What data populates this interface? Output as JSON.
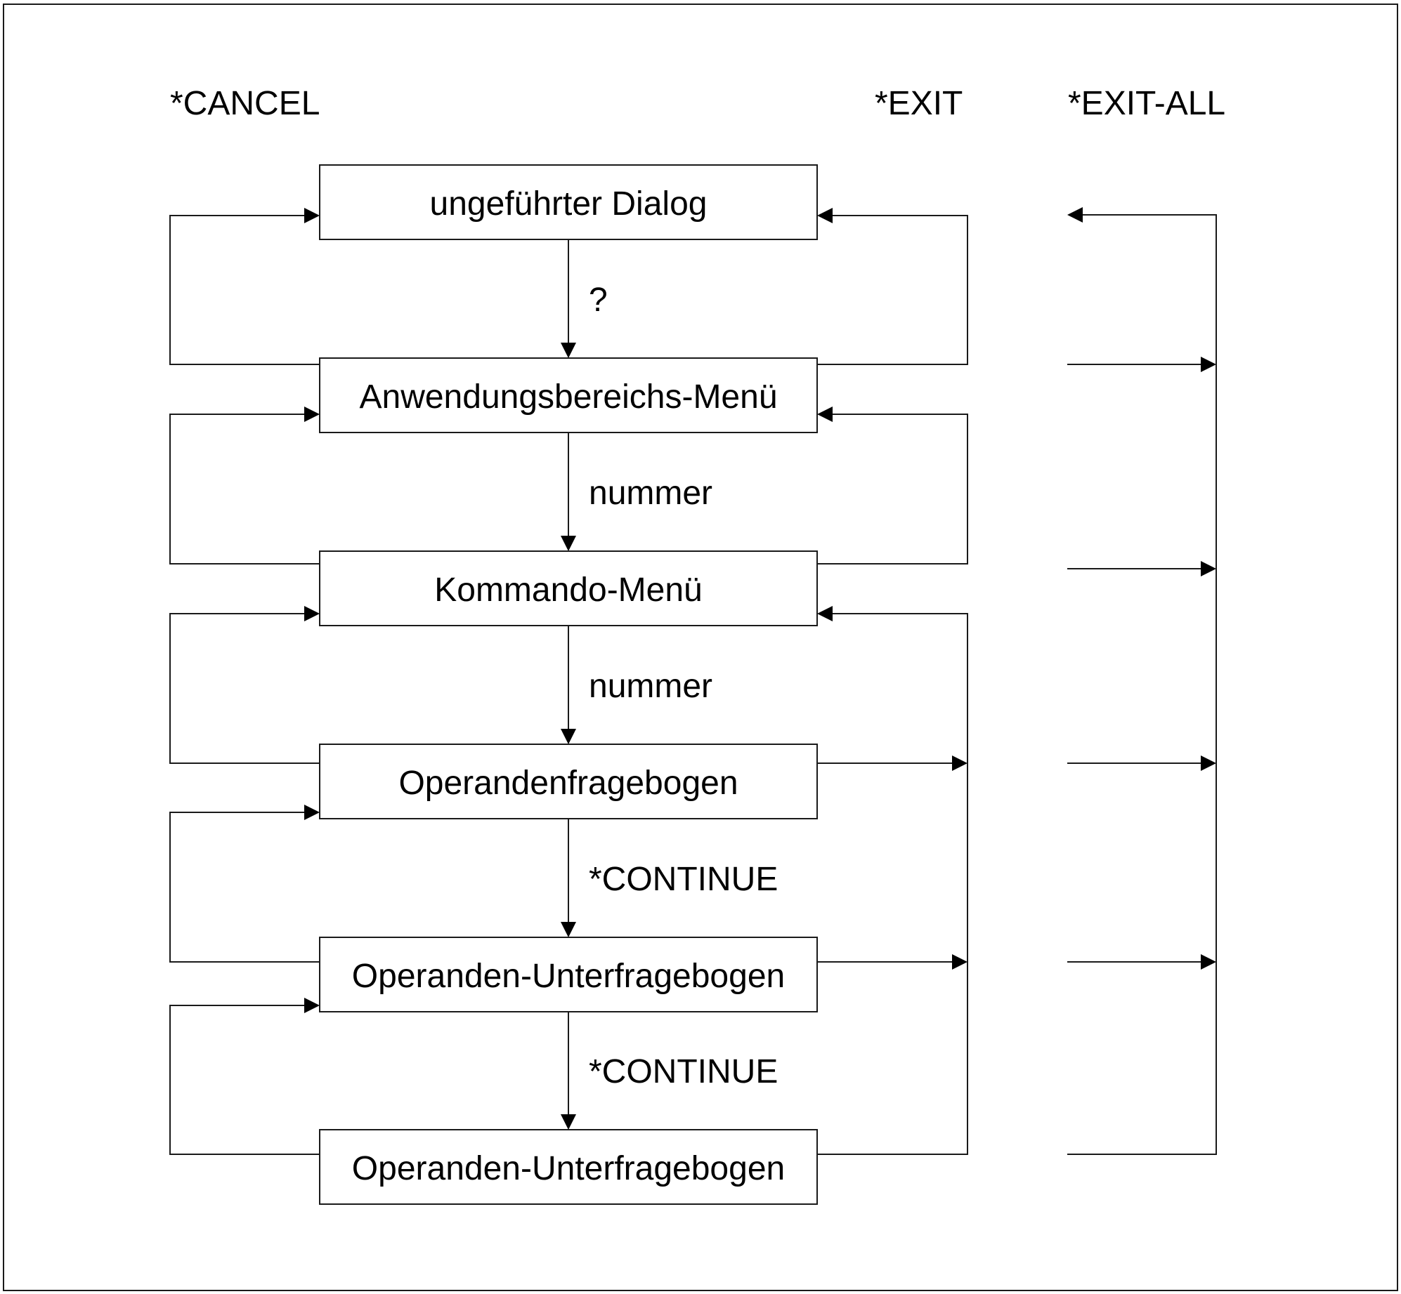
{
  "headers": {
    "cancel": "*CANCEL",
    "exit": "*EXIT",
    "exit_all": "*EXIT-ALL"
  },
  "boxes": [
    {
      "label": "ungeführter Dialog"
    },
    {
      "label": "Anwendungsbereichs-Menü"
    },
    {
      "label": "Kommando-Menü"
    },
    {
      "label": "Operandenfragebogen"
    },
    {
      "label": "Operanden-Unterfragebogen"
    },
    {
      "label": "Operanden-Unterfragebogen"
    }
  ],
  "transitions": [
    {
      "label": "?"
    },
    {
      "label": "nummer"
    },
    {
      "label": "nummer"
    },
    {
      "label": "*CONTINUE"
    },
    {
      "label": "*CONTINUE"
    }
  ],
  "colors": {
    "line": "#1a1a1a",
    "background": "#ffffff"
  }
}
